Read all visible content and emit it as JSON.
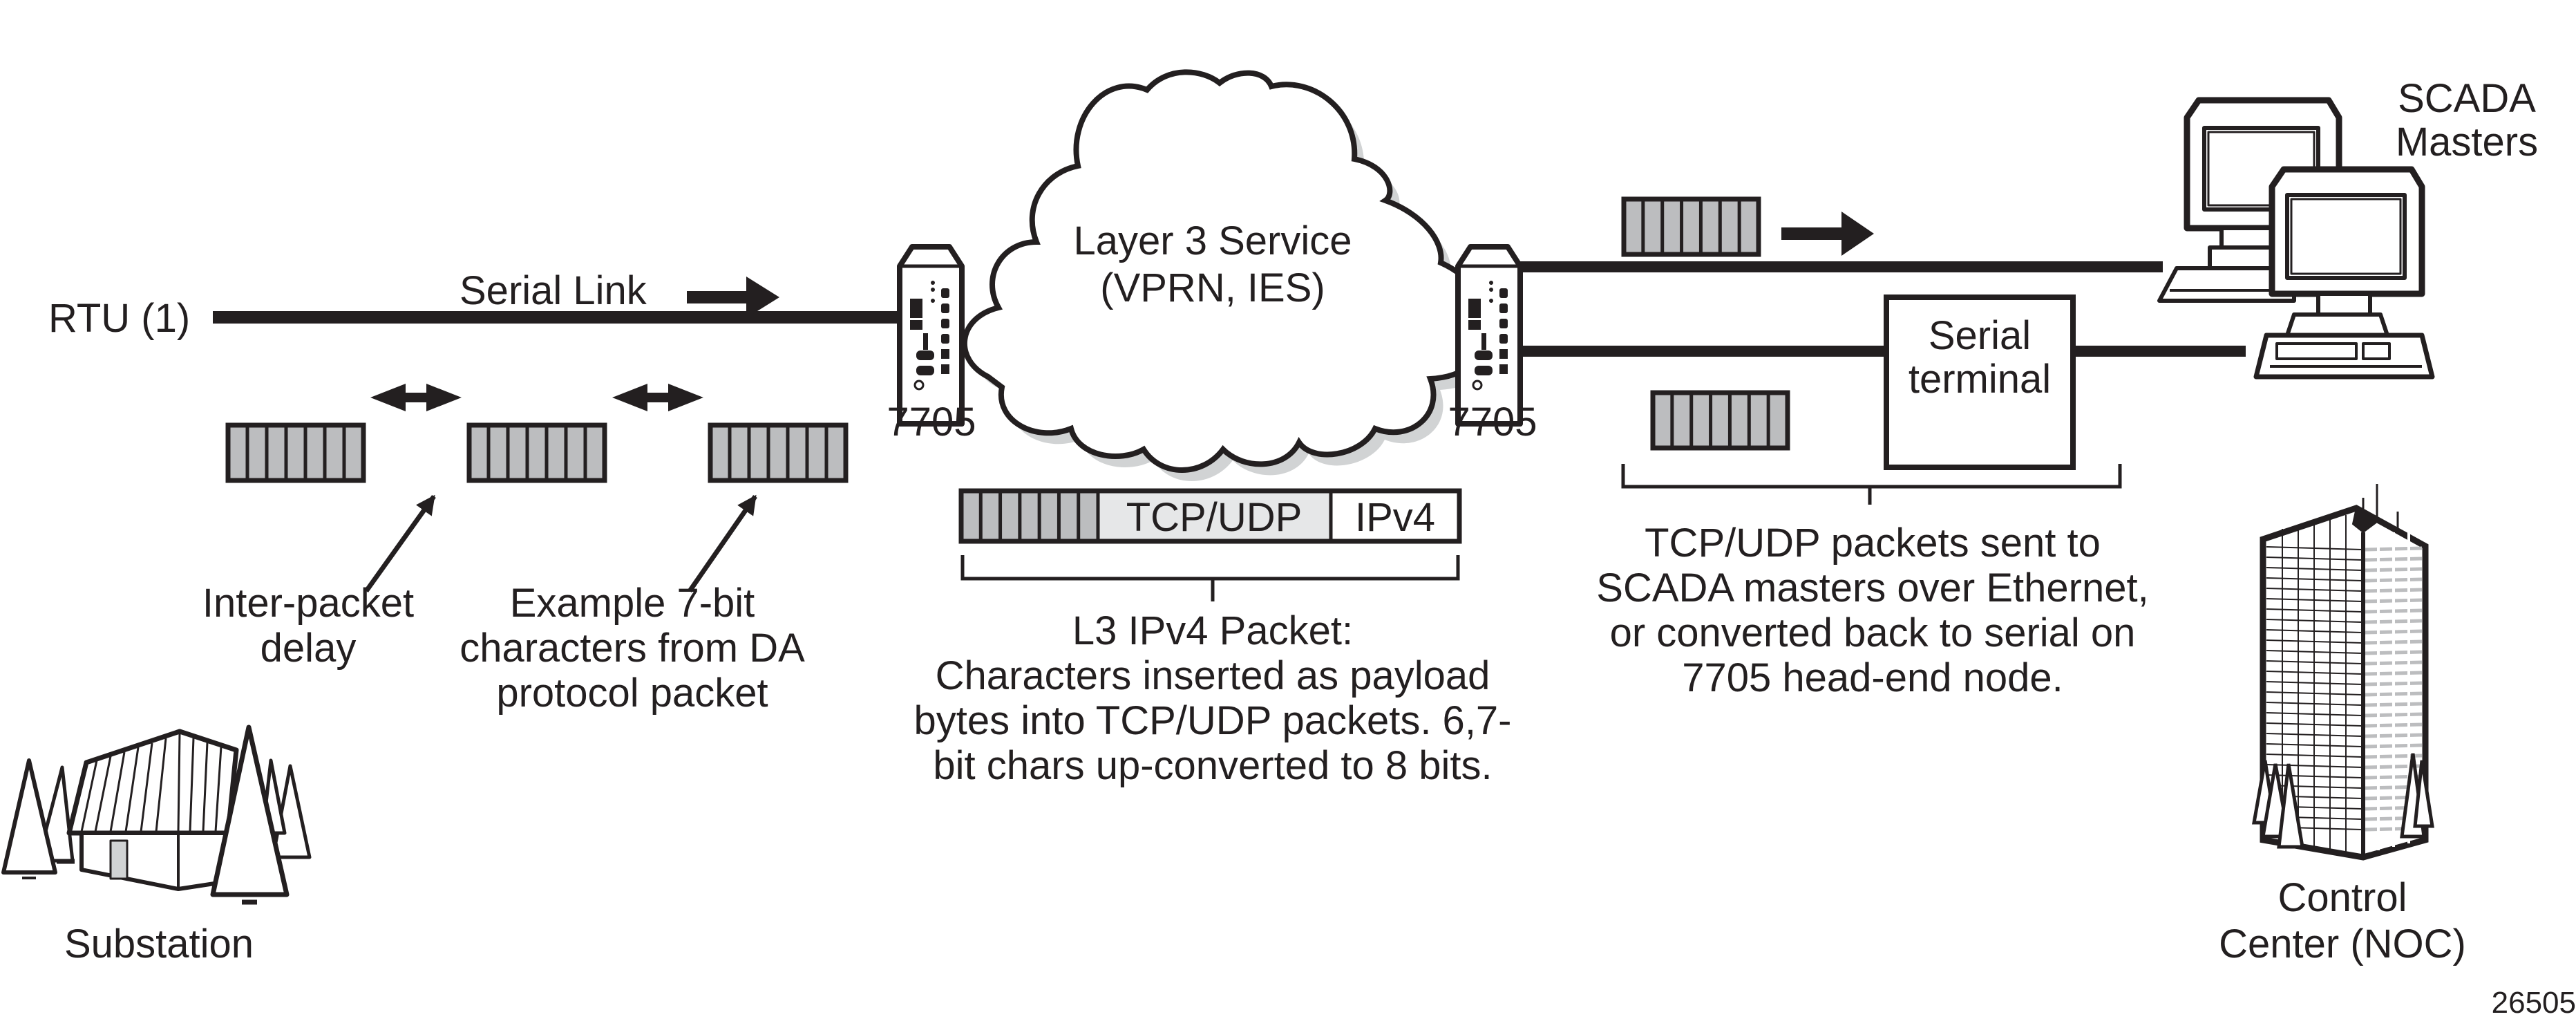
{
  "figure_id": "26505",
  "colors": {
    "ink": "#231f20",
    "packet_gray": "#bcbdbf",
    "header_gray": "#e6e7e8",
    "shadow_gray": "#d1d3d4"
  },
  "left": {
    "rtu_label": "RTU (1)",
    "link_label": "Serial Link",
    "inter_packet_caption": [
      "Inter-packet",
      "delay"
    ],
    "example_caption": [
      "Example 7-bit",
      "characters from DA",
      "protocol packet"
    ],
    "substation_label": "Substation",
    "packet_chars": 7
  },
  "center": {
    "left_node_label": "7705",
    "right_node_label": "7705",
    "cloud_title": [
      "Layer 3 Service",
      "(VPRN, IES)"
    ],
    "packet_fields": {
      "transport": "TCP/UDP",
      "network": "IPv4"
    },
    "packet_caption": [
      "L3 IPv4 Packet:",
      "Characters inserted as payload",
      "bytes into TCP/UDP packets. 6,7-",
      "bit chars up-converted to 8 bits."
    ]
  },
  "right": {
    "serial_terminal_label": [
      "Serial",
      "terminal"
    ],
    "scada_label": [
      "SCADA",
      "Masters"
    ],
    "delivery_caption": [
      "TCP/UDP packets sent to",
      "SCADA masters over Ethernet,",
      "or converted back to serial on",
      "7705 head-end node."
    ],
    "control_center_label": [
      "Control",
      "Center (NOC)"
    ]
  }
}
